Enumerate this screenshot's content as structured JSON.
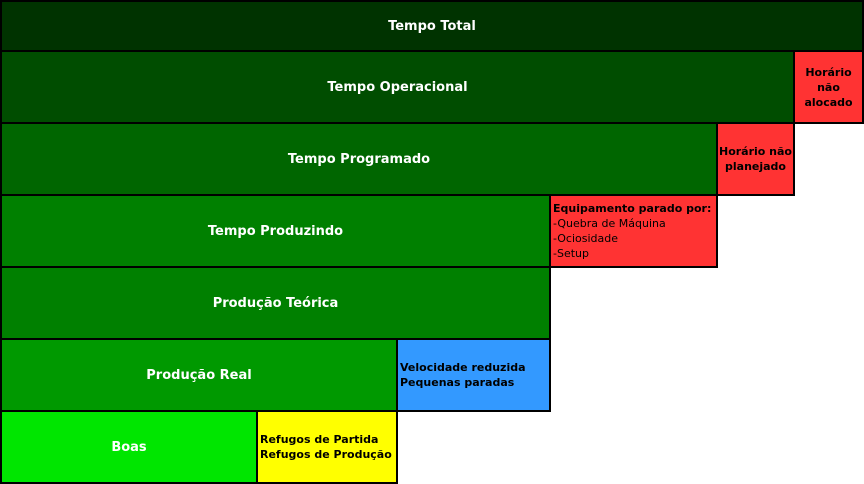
{
  "colors": {
    "level1": "#003300",
    "level2": "#004d00",
    "level3": "#006600",
    "level4": "#008000",
    "level5": "#009900",
    "level6": "#00e600",
    "loss_red": "#ff3333",
    "loss_blue": "#3399ff",
    "loss_yellow": "#ffff00"
  },
  "rows": {
    "tempo_total": "Tempo Total",
    "tempo_operacional": "Tempo Operacional",
    "tempo_programado": "Tempo Programado",
    "tempo_produzindo": "Tempo Produzindo",
    "producao_teorica": "Produção Teórica",
    "producao_real": "Produção Real",
    "boas": "Boas"
  },
  "losses": {
    "horario_nao_alocado": [
      "Horário",
      "não",
      "alocado"
    ],
    "horario_nao_planejado": [
      "Horário não",
      "planejado"
    ],
    "equipamento_parado": {
      "title": "Equipamento parado por:",
      "items": [
        "-Quebra de Máquina",
        "-Ociosidade",
        "-Setup"
      ]
    },
    "velocidade": [
      "Velocidade reduzida",
      "Pequenas paradas"
    ],
    "refugos": [
      "Refugos de Partida",
      "Refugos de Produção"
    ]
  }
}
